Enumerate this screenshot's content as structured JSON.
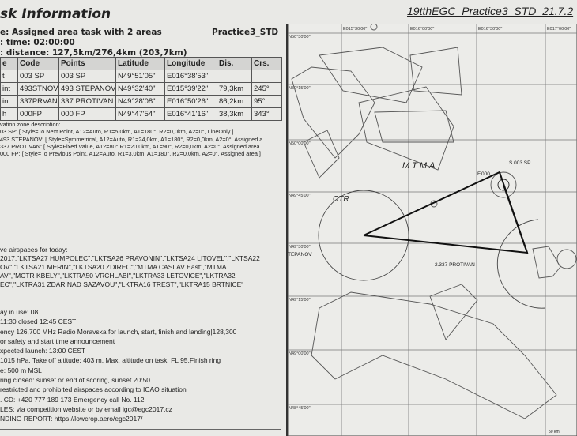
{
  "header": {
    "title": "sk Information",
    "map_title": "19tthEGC_Practice3_STD_21.7.2"
  },
  "task": {
    "type": "e: Assigned area task with 2 areas",
    "name": "Practice3_STD",
    "time": ": time: 02:00:00",
    "distance": ": distance: 127,5km/276,4km (203,7km)"
  },
  "table": {
    "headers": [
      "e",
      "Code",
      "Points",
      "Latitude",
      "Longitude",
      "Dis.",
      "Crs."
    ],
    "rows": [
      [
        "t",
        "003 SP",
        "003 SP",
        "N49°51'05\"",
        "E016°38'53\"",
        "",
        ""
      ],
      [
        "int",
        "493STNOV",
        "493 STEPANOV",
        "N49°32'40\"",
        "E015°39'22\"",
        "79,3km",
        "245°"
      ],
      [
        "int",
        "337PRVAN",
        "337 PROTIVAN",
        "N49°28'08\"",
        "E016°50'26\"",
        "86,2km",
        "95°"
      ],
      [
        "h",
        "000FP",
        "000 FP",
        "N49°47'54\"",
        "E016°41'16\"",
        "38,3km",
        "343°"
      ]
    ]
  },
  "zones": [
    "vation zone description:",
    "03 SP: [ Style=To Next Point, A12=Auto, R1=5,0km, A1=180°, R2=0,0km, A2=0°, LineOnly ]",
    " 493 STEPANOV: [ Style=Symmetrical, A12=Auto, R1=24,0km, A1=180°, R2=0,0km, A2=0°, Assigned a",
    " 337 PROTIVAN: [ Style=Fixed Value, A12=80° R1=20,0km, A1=90°, R2=0,0km, A2=0°, Assigned area",
    "000 FP: [ Style=To Previous Point, A12=Auto, R1=3,0km, A1=180°, R2=0,0km, A2=0°, Assigned area ]"
  ],
  "airspaces": [
    "ve airspaces for today:",
    "2017,\"LKTSA27 HUMPOLEC\",\"LKTSA26 PRAVONIN\",\"LKTSA24 LITOVEL\",\"LKTSA22",
    "OV\",\"LKTSA21 MERIN\",\"LKTSA20 ZDIREC\",\"MTMA CASLAV East\",\"MTMA",
    "AV\",\"MCTR KBELY\",\"LKTRA50 VRCHLABI\",\"LKTRA33 LETOVICE\",\"LKTRA32",
    "EC\",\"LKTRA31 ZDAR NAD SAZAVOU\",\"LKTRA16 TREST\",\"LKTRA15 BRTNICE\""
  ],
  "notes": [
    "ay in use: 08",
    " 11:30 closed 12:45 CEST",
    "ency 126,700 MHz Radio Moravska for launch, start, finish and landing|128,300",
    "or safety and start time announcement",
    "xpected launch: 13:00 CEST",
    " 1015 hPa, Take off altitude: 403 m, Max. altitude on task: FL 95,Finish ring",
    "e: 500 m MSL",
    "ring closed: sunset or end of scoring, sunset 20:50",
    "restricted and prohibited airspaces according to ICAO situation",
    ". CD: +420 777 189 173 Emergency call No. 112",
    "LES: via competition website or by email igc@egc2017.cz",
    "NDING REPORT: https://lowcrop.aero/egc2017/"
  ],
  "map": {
    "lon_labels": [
      "E015°30'00\"",
      "E016°00'00\"",
      "E016°30'00\"",
      "E017°00'00\""
    ],
    "lat_labels": [
      "N50°30'00\"",
      "N50°15'00\"",
      "N50°00'00\"",
      "N49°45'00\"",
      "N49°30'00\"",
      "N49°15'00\"",
      "N49°00'00\"",
      "N48°45'00\""
    ],
    "labels": {
      "sp": "S.003 SP",
      "fp": "F.000",
      "stepanov": "TEPANOV",
      "protivan": "2.337 PROTIVAN",
      "ctr": "CTR",
      "mtma": "MTMA",
      "scale": "50 km"
    }
  }
}
